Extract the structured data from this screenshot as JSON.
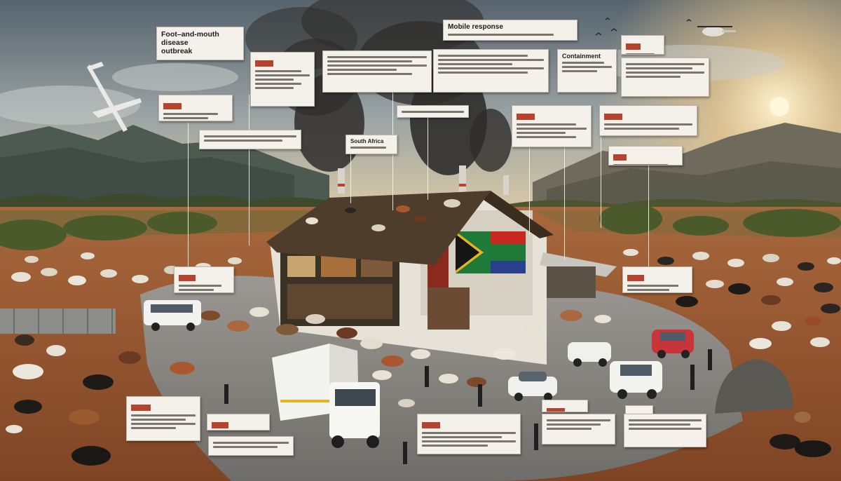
{
  "headline": {
    "line1": "Foot–and-mouth disease",
    "line2": "outbreak"
  },
  "callouts": {
    "response_title": "Mobile response",
    "south_africa_label": "South Africa",
    "containment_label": "Containment"
  },
  "colors": {
    "sky_top": "#5f6d78",
    "sky_glow": "#e8c98f",
    "smoke": "#2e2c2a",
    "soil": "#9a5630",
    "gravel": "#8c8a86",
    "roof": "#4a3a2a",
    "card": "#f4f1ea",
    "tag_red": "#b5432f",
    "flag_green": "#1f7a3a",
    "flag_red": "#c8281e",
    "flag_yellow": "#e6b422"
  },
  "icons": [
    "airplane-icon",
    "helicopter-icon",
    "truck-icon",
    "car-icon",
    "sun-icon"
  ]
}
